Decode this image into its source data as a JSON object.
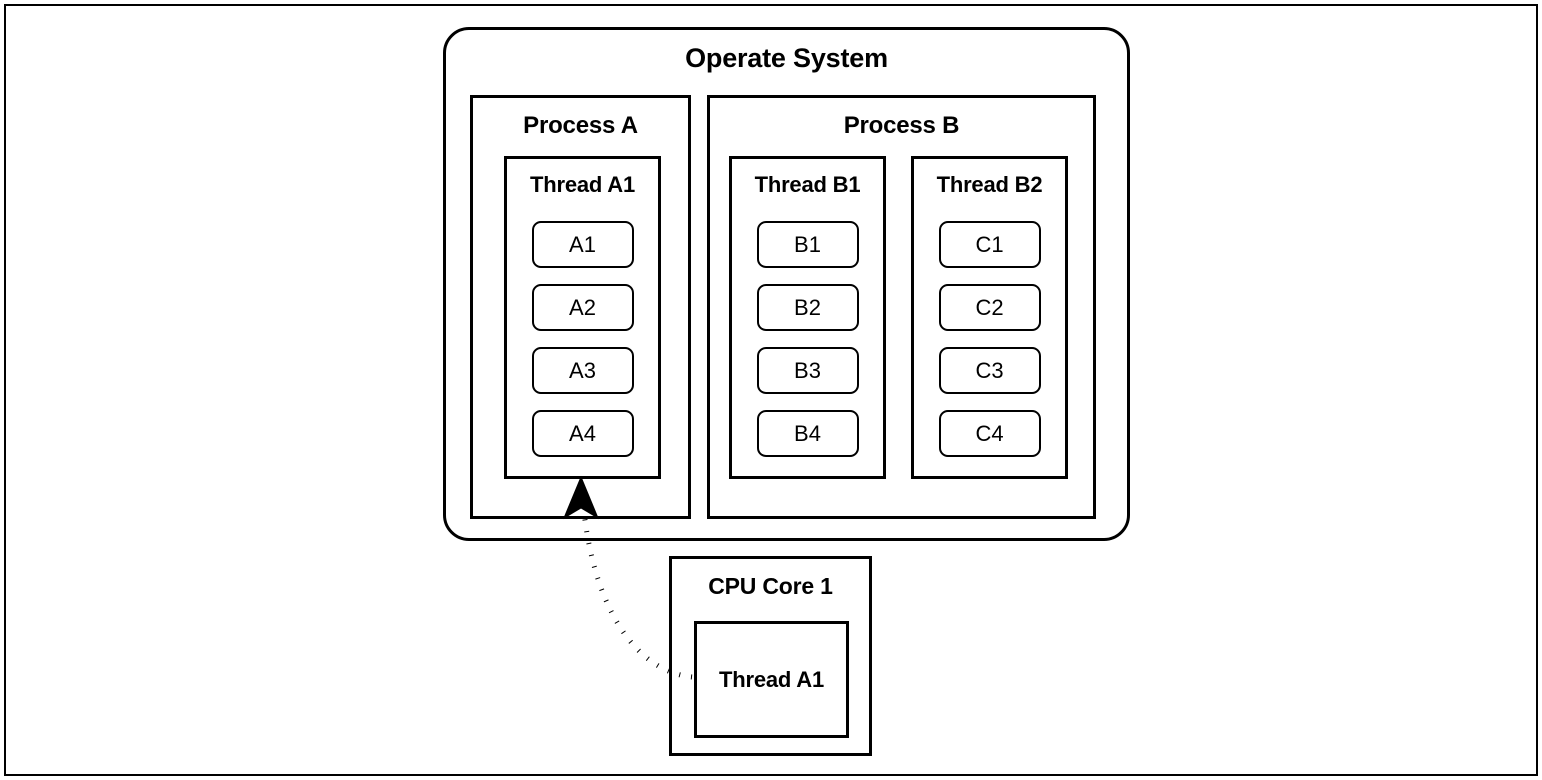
{
  "diagram": {
    "title": "Operate System",
    "os": {
      "label": "Operate System",
      "processes": [
        {
          "label": "Process A",
          "threads": [
            {
              "label": "Thread A1",
              "tasks": [
                "A1",
                "A2",
                "A3",
                "A4"
              ]
            }
          ]
        },
        {
          "label": "Process B",
          "threads": [
            {
              "label": "Thread B1",
              "tasks": [
                "B1",
                "B2",
                "B3",
                "B4"
              ]
            },
            {
              "label": "Thread B2",
              "tasks": [
                "C1",
                "C2",
                "C3",
                "C4"
              ]
            }
          ]
        }
      ]
    },
    "cpu": {
      "label": "CPU Core 1",
      "running_thread": "Thread A1"
    },
    "connector": {
      "name": "dotted-curved-arrow",
      "from": "cpu-core-thread-a1",
      "to": "process-a-thread-a1",
      "style": "dotted",
      "color": "#000000"
    },
    "colors": {
      "stroke": "#000000",
      "background": "#ffffff"
    }
  }
}
